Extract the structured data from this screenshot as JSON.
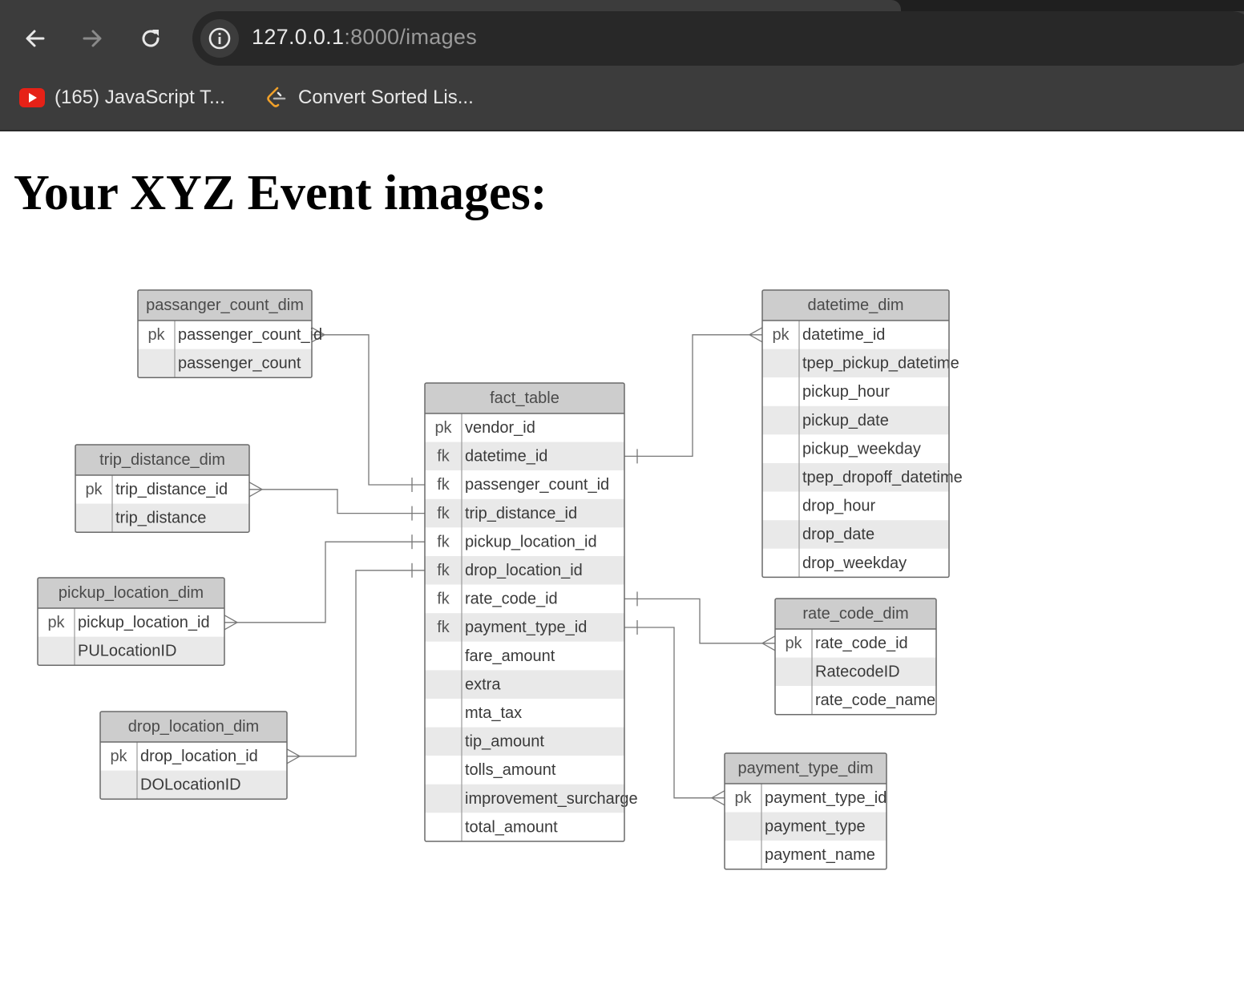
{
  "browser": {
    "url_host": "127.0.0.1",
    "url_path": ":8000/images",
    "bookmarks": [
      {
        "label": "(165) JavaScript T...",
        "icon": "youtube-icon"
      },
      {
        "label": "Convert Sorted Lis...",
        "icon": "leetcode-icon"
      }
    ],
    "icons": {
      "back": "arrow-left-icon",
      "forward": "arrow-right-icon",
      "reload": "reload-icon",
      "site_info": "info-icon"
    }
  },
  "page": {
    "title": "Your XYZ Event images:"
  },
  "diagram": {
    "entities": [
      {
        "id": "passanger_count_dim",
        "title": "passanger_count_dim",
        "rows": [
          {
            "key": "pk",
            "field": "passenger_count_id"
          },
          {
            "key": "",
            "field": "passenger_count"
          }
        ]
      },
      {
        "id": "trip_distance_dim",
        "title": "trip_distance_dim",
        "rows": [
          {
            "key": "pk",
            "field": "trip_distance_id"
          },
          {
            "key": "",
            "field": "trip_distance"
          }
        ]
      },
      {
        "id": "pickup_location_dim",
        "title": "pickup_location_dim",
        "rows": [
          {
            "key": "pk",
            "field": "pickup_location_id"
          },
          {
            "key": "",
            "field": "PULocationID"
          }
        ]
      },
      {
        "id": "drop_location_dim",
        "title": "drop_location_dim",
        "rows": [
          {
            "key": "pk",
            "field": "drop_location_id"
          },
          {
            "key": "",
            "field": "DOLocationID"
          }
        ]
      },
      {
        "id": "fact_table",
        "title": "fact_table",
        "rows": [
          {
            "key": "pk",
            "field": "vendor_id"
          },
          {
            "key": "fk",
            "field": "datetime_id"
          },
          {
            "key": "fk",
            "field": "passenger_count_id"
          },
          {
            "key": "fk",
            "field": "trip_distance_id"
          },
          {
            "key": "fk",
            "field": "pickup_location_id"
          },
          {
            "key": "fk",
            "field": "drop_location_id"
          },
          {
            "key": "fk",
            "field": "rate_code_id"
          },
          {
            "key": "fk",
            "field": "payment_type_id"
          },
          {
            "key": "",
            "field": "fare_amount"
          },
          {
            "key": "",
            "field": "extra"
          },
          {
            "key": "",
            "field": "mta_tax"
          },
          {
            "key": "",
            "field": "tip_amount"
          },
          {
            "key": "",
            "field": "tolls_amount"
          },
          {
            "key": "",
            "field": "improvement_surcharge"
          },
          {
            "key": "",
            "field": "total_amount"
          }
        ]
      },
      {
        "id": "datetime_dim",
        "title": "datetime_dim",
        "rows": [
          {
            "key": "pk",
            "field": "datetime_id"
          },
          {
            "key": "",
            "field": "tpep_pickup_datetime"
          },
          {
            "key": "",
            "field": "pickup_hour"
          },
          {
            "key": "",
            "field": "pickup_date"
          },
          {
            "key": "",
            "field": "pickup_weekday"
          },
          {
            "key": "",
            "field": "tpep_dropoff_datetime"
          },
          {
            "key": "",
            "field": "drop_hour"
          },
          {
            "key": "",
            "field": "drop_date"
          },
          {
            "key": "",
            "field": "drop_weekday"
          }
        ]
      },
      {
        "id": "rate_code_dim",
        "title": "rate_code_dim",
        "rows": [
          {
            "key": "pk",
            "field": "rate_code_id"
          },
          {
            "key": "",
            "field": "RatecodeID"
          },
          {
            "key": "",
            "field": "rate_code_name"
          }
        ]
      },
      {
        "id": "payment_type_dim",
        "title": "payment_type_dim",
        "rows": [
          {
            "key": "pk",
            "field": "payment_type_id"
          },
          {
            "key": "",
            "field": "payment_type"
          },
          {
            "key": "",
            "field": "payment_name"
          }
        ]
      }
    ],
    "relationships": [
      {
        "from": "passanger_count_dim.passenger_count_id",
        "to": "fact_table.passenger_count_id"
      },
      {
        "from": "trip_distance_dim.trip_distance_id",
        "to": "fact_table.trip_distance_id"
      },
      {
        "from": "pickup_location_dim.pickup_location_id",
        "to": "fact_table.pickup_location_id"
      },
      {
        "from": "drop_location_dim.drop_location_id",
        "to": "fact_table.drop_location_id"
      },
      {
        "from": "datetime_dim.datetime_id",
        "to": "fact_table.datetime_id"
      },
      {
        "from": "rate_code_dim.rate_code_id",
        "to": "fact_table.rate_code_id"
      },
      {
        "from": "payment_type_dim.payment_type_id",
        "to": "fact_table.payment_type_id"
      }
    ]
  }
}
